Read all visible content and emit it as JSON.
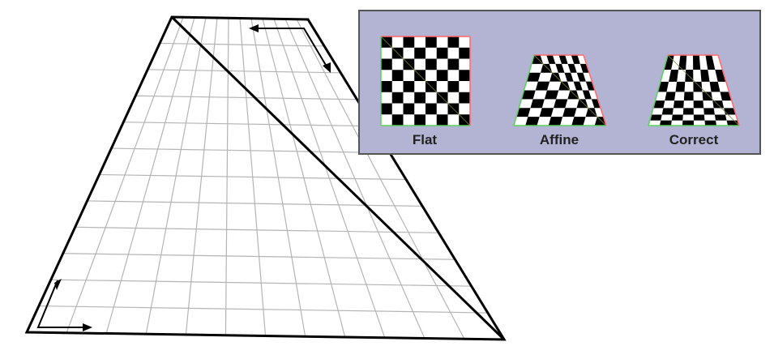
{
  "figure": {
    "background_color": "#ffffff",
    "grid_color": "#b4b4b4",
    "outline_color": "#000000",
    "arrow_color": "#000000"
  },
  "comparison_panel": {
    "background_color": "#b3b3d3",
    "border_color": "#555555",
    "examples": [
      {
        "label": "Flat"
      },
      {
        "label": "Affine"
      },
      {
        "label": "Correct"
      }
    ]
  }
}
